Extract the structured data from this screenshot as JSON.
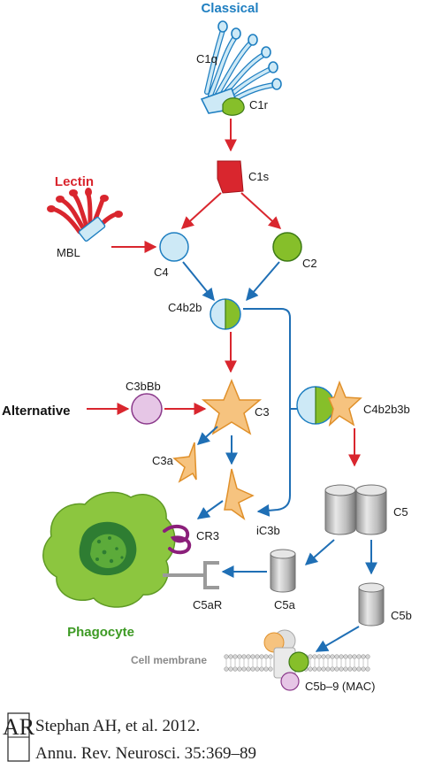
{
  "pathways": {
    "classical": "Classical",
    "lectin": "Lectin",
    "alternative": "Alternative"
  },
  "labels": {
    "c1q": "C1q",
    "c1r": "C1r",
    "c1s": "C1s",
    "mbl": "MBL",
    "c4": "C4",
    "c2": "C2",
    "c4b2b": "C4b2b",
    "c3bbb": "C3bBb",
    "c3": "C3",
    "c3a": "C3a",
    "c4b2b3b": "C4b2b3b",
    "ic3b": "iC3b",
    "cr3": "CR3",
    "c5": "C5",
    "c5ar": "C5aR",
    "c5a": "C5a",
    "c5b": "C5b",
    "phagocyte": "Phagocyte",
    "cell_membrane": "Cell membrane",
    "mac": "C5b–9 (MAC)"
  },
  "citation": {
    "logo": "AR",
    "line1": "Stephan AH, et al. 2012.",
    "line2": "Annu. Rev. Neurosci. 35:369–89"
  },
  "colors": {
    "classical_blue": "#1f7fc1",
    "arrow_blue": "#1f6fb5",
    "arrow_red": "#d9262e",
    "c4_light_blue": "#cde9f6",
    "c2_green": "#86bf2a",
    "c3_orange": "#f6c37f",
    "c3bbb_purple": "#e6c6e6",
    "phagocyte_green": "#8cc63f",
    "cr3_purple": "#8b1f7a",
    "c5_gray": "#bdbdbd"
  }
}
